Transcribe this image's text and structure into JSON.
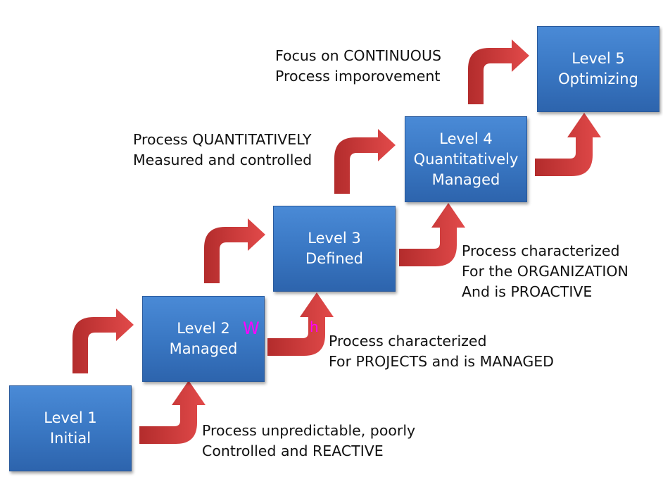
{
  "levels": [
    {
      "line1": "Level 1",
      "line2": "Initial"
    },
    {
      "line1": "Level 2",
      "line2": "Managed"
    },
    {
      "line1": "Level 3",
      "line2": "Defined"
    },
    {
      "line1": "Level 4",
      "line2": "Quantitatively",
      "line3": "Managed"
    },
    {
      "line1": "Level 5",
      "line2": "Optimizing"
    }
  ],
  "descriptions": [
    {
      "line1": "Process unpredictable, poorly",
      "line2": "Controlled and REACTIVE"
    },
    {
      "line1": "Process characterized",
      "line2": "For PROJECTS and is MANAGED"
    },
    {
      "line1": "Process characterized",
      "line2": "For the ORGANIZATION",
      "line3": "And is PROACTIVE"
    },
    {
      "line1": "Process QUANTITATIVELY",
      "line2": "Measured and controlled"
    },
    {
      "line1": "Focus on CONTINUOUS",
      "line2": "Process imporovement"
    }
  ],
  "watermark": {
    "a": "W",
    "b": "h"
  },
  "colors": {
    "box": "#3a78c4",
    "arrow_dark": "#b83030",
    "arrow_light": "#e04848"
  }
}
